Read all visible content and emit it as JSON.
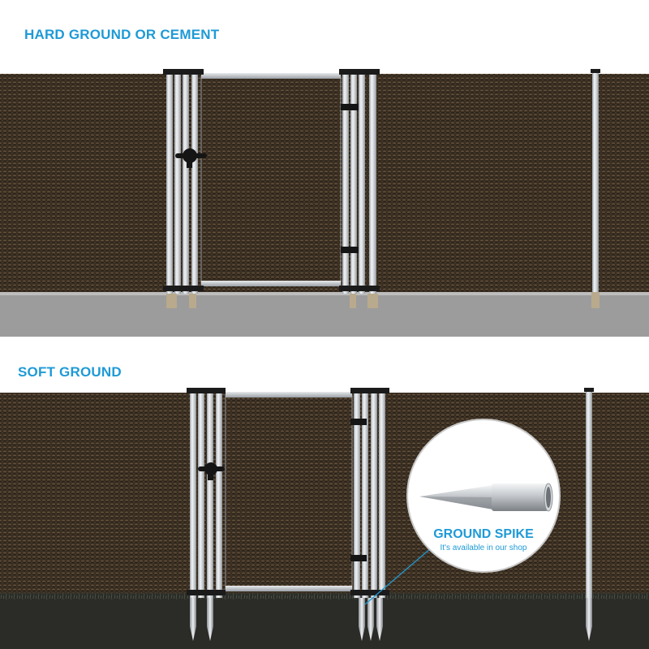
{
  "sections": {
    "hard": {
      "title": "HARD GROUND OR CEMENT"
    },
    "soft": {
      "title": "SOFT GROUND"
    }
  },
  "callout": {
    "title": "GROUND SPIKE",
    "subtitle": "It's available in our shop"
  },
  "colors": {
    "accent": "#1e9ad6",
    "screen": "#3f3426",
    "pavement": "#9a9a9a",
    "soil": "#2a2a26",
    "post": "#d2d6da"
  }
}
